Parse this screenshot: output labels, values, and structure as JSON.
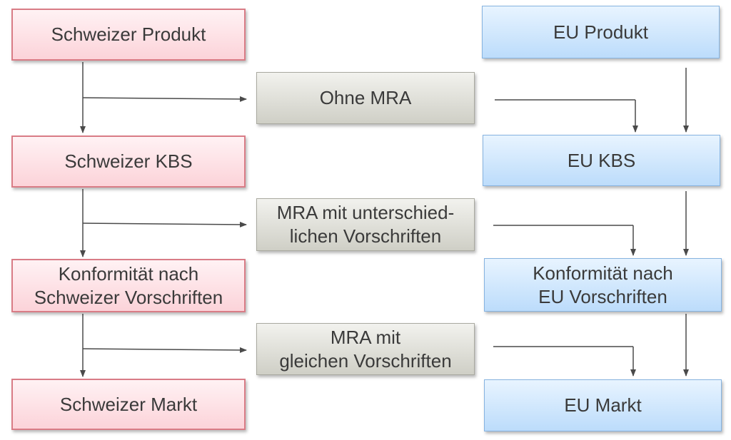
{
  "left_column": {
    "produkt": [
      "Schweizer Produkt"
    ],
    "kbs": [
      "Schweizer KBS"
    ],
    "konformitaet": [
      "Konformität nach",
      "Schweizer Vorschriften"
    ],
    "markt": [
      "Schweizer Markt"
    ]
  },
  "middle_column": {
    "ohne_mra": [
      "Ohne MRA"
    ],
    "mra_unterschiedlich": [
      "MRA mit unterschied-",
      "lichen Vorschriften"
    ],
    "mra_gleich": [
      "MRA mit",
      "gleichen Vorschriften"
    ]
  },
  "right_column": {
    "produkt": [
      "EU Produkt"
    ],
    "kbs": [
      "EU KBS"
    ],
    "konformitaet": [
      "Konformität nach",
      "EU Vorschriften"
    ],
    "markt": [
      "EU Markt"
    ]
  }
}
